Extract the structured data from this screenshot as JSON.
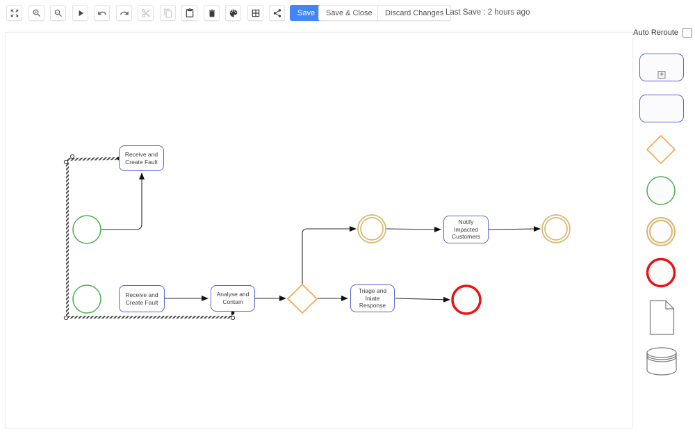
{
  "toolbar": {
    "save_label": "Save",
    "save_and_close_label": "Save & Close",
    "discard_label": "Discard Changes",
    "last_save": "Last Save : 2 hours ago",
    "icons": [
      "fit-view",
      "zoom-in",
      "zoom-out",
      "play",
      "undo",
      "redo",
      "cut",
      "copy",
      "paste",
      "delete",
      "style-palette",
      "grid",
      "share"
    ],
    "disabled_icons": [
      "cut",
      "copy"
    ]
  },
  "sidebar": {
    "auto_reroute_label": "Auto Reroute",
    "auto_reroute_checked": false,
    "palette_items": [
      "task-with-marker",
      "task",
      "gateway",
      "start-event",
      "intermediate-event",
      "end-event",
      "document",
      "datastore"
    ]
  },
  "diagram": {
    "tasks": [
      {
        "id": "receive-top",
        "label": "Receive and Create Fault"
      },
      {
        "id": "receive-bottom",
        "label": "Receive and Create Fault"
      },
      {
        "id": "analyse",
        "label": "Analyse and Contain"
      },
      {
        "id": "triage",
        "label": "Triage and Iniate Response"
      },
      {
        "id": "notify",
        "label": "Notify Impacted Customers"
      }
    ],
    "events": [
      {
        "id": "start-1",
        "type": "start-event",
        "color": "#4caf50"
      },
      {
        "id": "start-2",
        "type": "start-event",
        "color": "#4caf50"
      },
      {
        "id": "intermediate-1",
        "type": "intermediate-event",
        "color": "#d7b66b"
      },
      {
        "id": "intermediate-2",
        "type": "intermediate-event",
        "color": "#d7b66b"
      },
      {
        "id": "end-1",
        "type": "end-event",
        "color": "#ee1111"
      }
    ],
    "gateways": [
      {
        "id": "gateway-1",
        "color": "#f7a94e"
      }
    ],
    "edges": [
      {
        "from": "start-1",
        "to": "receive-top"
      },
      {
        "from": "receive-bottom",
        "to": "analyse"
      },
      {
        "from": "analyse",
        "to": "gateway-1"
      },
      {
        "from": "gateway-1",
        "to": "triage"
      },
      {
        "from": "triage",
        "to": "end-1"
      },
      {
        "from": "gateway-1",
        "to": "intermediate-1"
      },
      {
        "from": "intermediate-1",
        "to": "notify"
      },
      {
        "from": "notify",
        "to": "intermediate-2"
      },
      {
        "from": "analyse",
        "to": "receive-top",
        "selected": true
      }
    ]
  },
  "colors": {
    "primary": "#4286f5",
    "node_border": "#5b64cf",
    "start_event": "#4caf50",
    "intermediate_event": "#d7b66b",
    "gateway": "#f7a94e",
    "end_event": "#ee1111",
    "edge": "#2b2b2b"
  }
}
